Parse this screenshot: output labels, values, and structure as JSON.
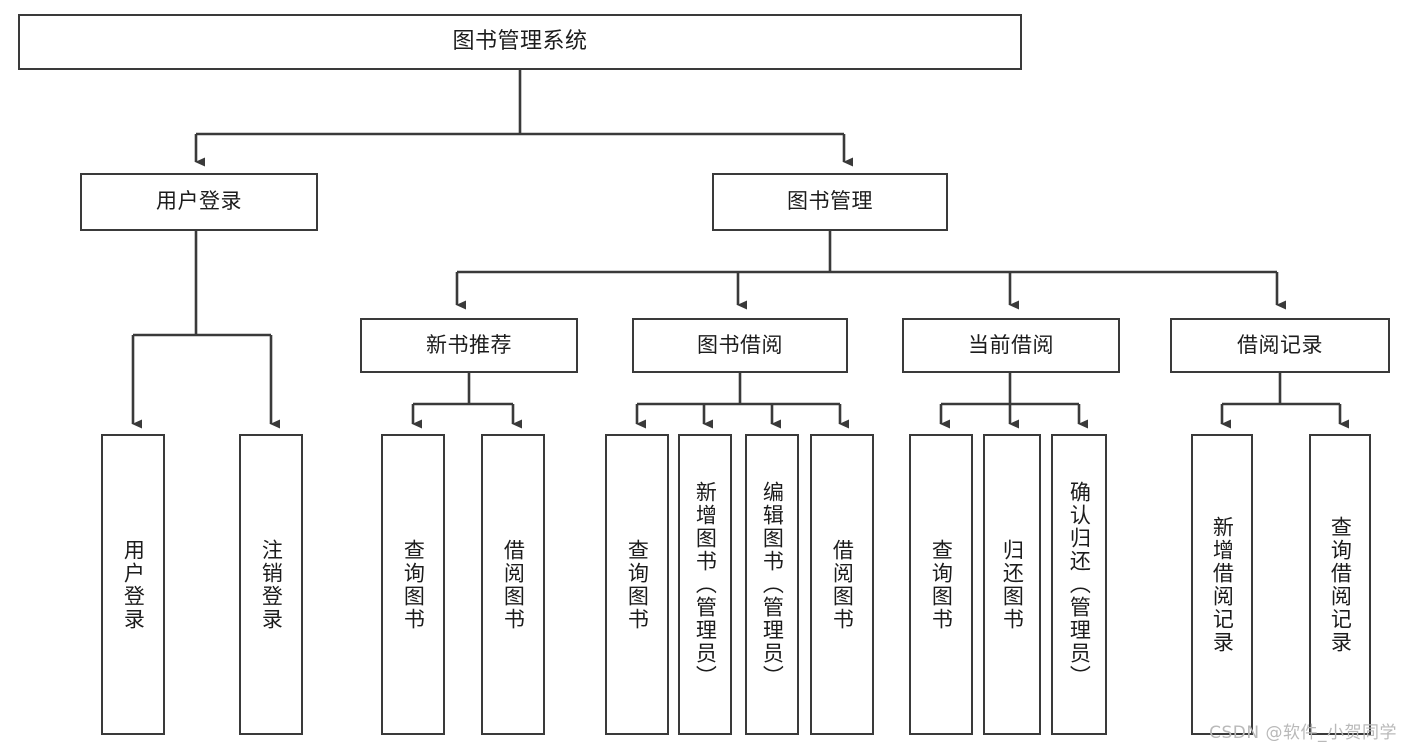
{
  "diagram": {
    "title": "图书管理系统",
    "type": "功能结构图",
    "watermark": "CSDN @软件_小贺同学",
    "colors": {
      "stroke": "#3a3a3a",
      "fill": "#ffffff",
      "text": "#1c1c1c",
      "watermark": "#b9b9b9"
    },
    "nodes": {
      "root": "图书管理系统",
      "level2": [
        "用户登录",
        "图书管理"
      ],
      "level3": [
        "新书推荐",
        "图书借阅",
        "当前借阅",
        "借阅记录"
      ],
      "leaves": {
        "user_login": [
          "用户登录",
          "注销登录"
        ],
        "new_book": [
          "查询图书",
          "借阅图书"
        ],
        "book_borrow": [
          "查询图书",
          "新增图书（管理员）",
          "编辑图书（管理员）",
          "借阅图书"
        ],
        "current_borrow": [
          "查询图书",
          "归还图书",
          "确认归还（管理员）"
        ],
        "borrow_record": [
          "新增借阅记录",
          "查询借阅记录"
        ]
      }
    }
  }
}
